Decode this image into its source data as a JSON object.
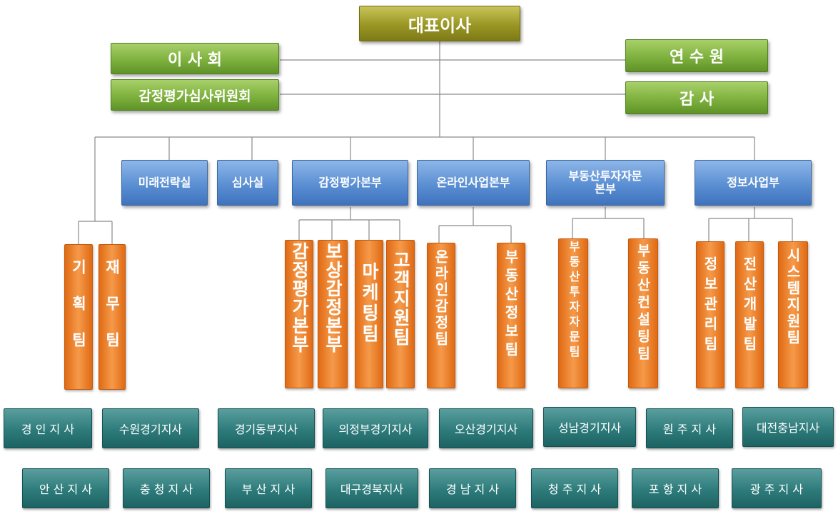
{
  "top": {
    "ceo": "대표이사"
  },
  "left_boxes": {
    "board": "이 사 회",
    "appraisal_committee": "감정평가심사위원회"
  },
  "right_boxes": {
    "institute": "연 수 원",
    "audit": "감 사"
  },
  "divisions": [
    "미래전략실",
    "심사실",
    "감정평가본부",
    "온라인사업본부",
    "부동산투자자문\n본부",
    "정보사업부"
  ],
  "teams": [
    "기획팀",
    "재무팀",
    "감정평가본부",
    "보상감정본부",
    "마케팅팀",
    "고객지원팀",
    "온라인감정팀",
    "부동산정보팀",
    "부동산투자자문팀",
    "부동산컨설팅팀",
    "정보관리팀",
    "전산개발팀",
    "시스템지원팀"
  ],
  "branches_row1": [
    "경 인 지 사",
    "수원경기지사",
    "경기동부지사",
    "의정부경기지사",
    "오산경기지사",
    "성남경기지사",
    "원 주 지 사",
    "대전충남지사"
  ],
  "branches_row2": [
    "안 산 지 사",
    "충 청 지 사",
    "부 산 지 사",
    "대구경북지사",
    "경 남 지 사",
    "청 주 지 사",
    "포 항 지 사",
    "광 주 지 사"
  ],
  "colors": {
    "ceo": "#9a9623",
    "board": "#7eb13e",
    "division": "#5b8fd3",
    "team": "#ef7f2a",
    "branch": "#2e7b7b",
    "line": "#8a8a8a"
  }
}
